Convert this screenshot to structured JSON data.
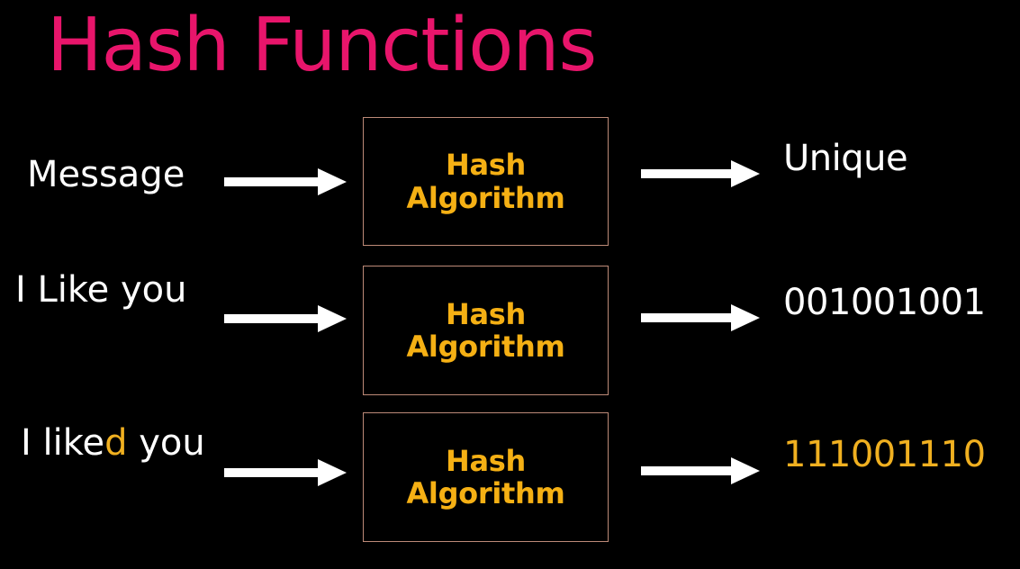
{
  "slide": {
    "title": "Hash Functions",
    "background_color": "#000000",
    "title_color": "#e8156b",
    "accent_amber": "#f5b014",
    "box_border_color": "#bd8a78",
    "text_white": "#ffffff"
  },
  "rows": [
    {
      "input_label": "Message",
      "input_prefix": "Message",
      "input_highlight": "",
      "input_suffix": "",
      "arrow_in": "right-arrow-icon",
      "box": {
        "line1": "Hash",
        "line2": "Algorithm"
      },
      "arrow_out": "right-arrow-icon",
      "output_label": "Unique",
      "output_color": "#ffffff"
    },
    {
      "input_label": "I Like you",
      "input_prefix": "I Like you",
      "input_highlight": "",
      "input_suffix": "",
      "arrow_in": "right-arrow-icon",
      "box": {
        "line1": "Hash",
        "line2": "Algorithm"
      },
      "arrow_out": "right-arrow-icon",
      "output_label": "001001001",
      "output_color": "#ffffff"
    },
    {
      "input_label": "I liked you",
      "input_prefix": "I like",
      "input_highlight": "d",
      "input_suffix": " you",
      "arrow_in": "right-arrow-icon",
      "box": {
        "line1": "Hash",
        "line2": "Algorithm"
      },
      "arrow_out": "right-arrow-icon",
      "output_label": "111001110",
      "output_color": "#f0b020"
    }
  ]
}
